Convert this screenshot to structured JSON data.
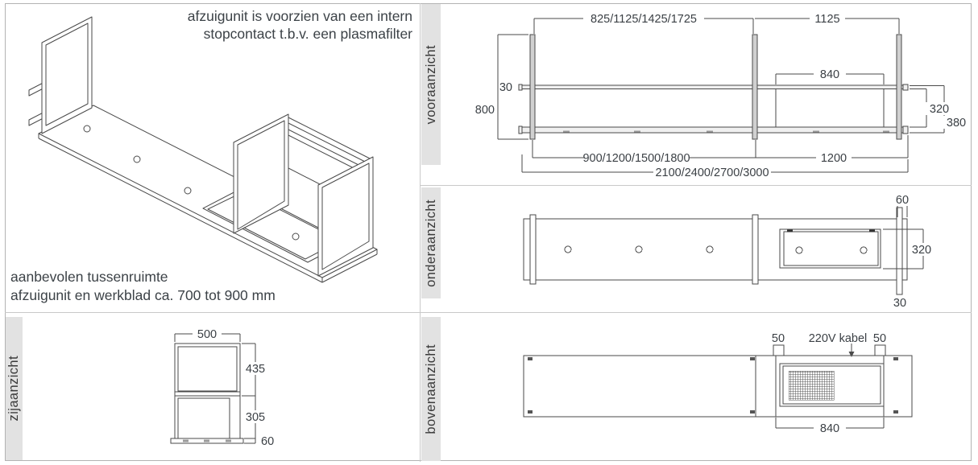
{
  "notes": {
    "socket_line1": "afzuigunit is voorzien van een intern",
    "socket_line2": "stopcontact t.b.v. een plasmafilter",
    "clearance_line1": "aanbevolen tussenruimte",
    "clearance_line2": "afzuigunit en werkblad ca. 700 tot 900 mm"
  },
  "sections": {
    "front": {
      "label": "vooraanzicht",
      "dims": {
        "top_span": "825/1125/1425/1725",
        "top_right": "1125",
        "rail_height": "30",
        "height": "800",
        "inner_width": "840",
        "depth_inner": "320",
        "depth_outer": "380",
        "bottom_span": "900/1200/1500/1800",
        "bottom_right": "1200",
        "total_span": "2100/2400/2700/3000"
      }
    },
    "bottom": {
      "label": "onderaanzicht",
      "dims": {
        "rail_width": "60",
        "recess_depth": "320",
        "rail_thickness": "30"
      }
    },
    "top": {
      "label": "bovenaanzicht",
      "dims": {
        "tab_left": "50",
        "cable": "220V kabel",
        "tab_right": "50",
        "recess_width": "840"
      }
    },
    "side": {
      "label": "zijaanzicht",
      "dims": {
        "width": "500",
        "upper_height": "435",
        "lower_height": "305",
        "foot": "60"
      }
    }
  },
  "colors": {
    "line": "#4a4a4a",
    "band_bg": "#e2e2e2",
    "text": "#3c4247",
    "divider": "#c9c9c9"
  }
}
